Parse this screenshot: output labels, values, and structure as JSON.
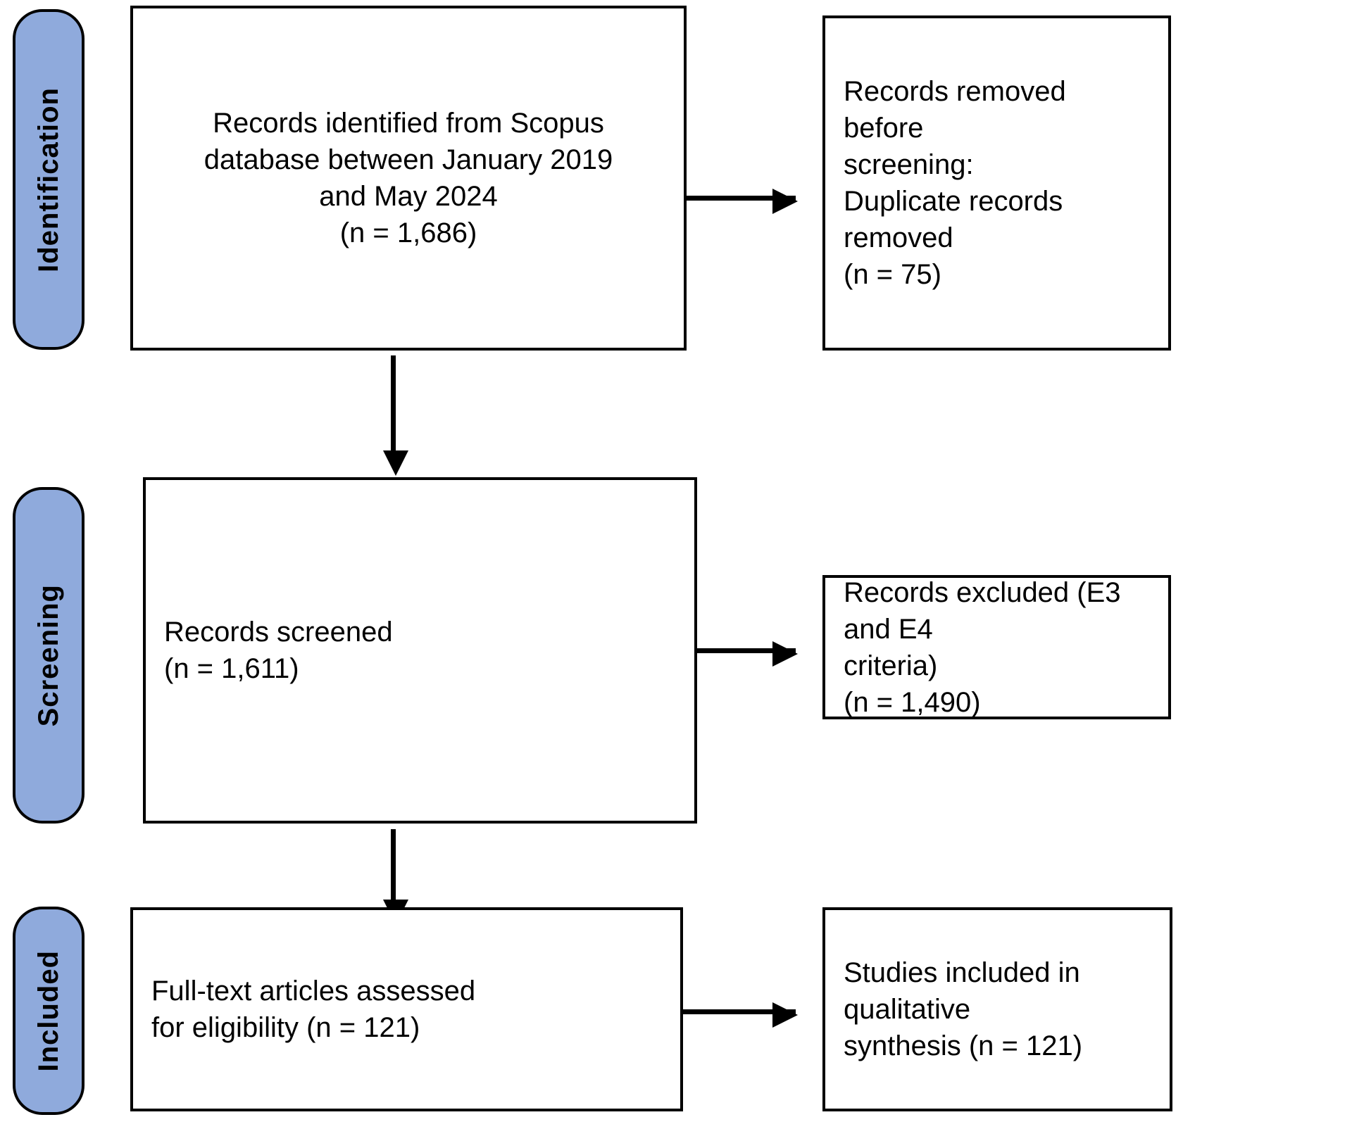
{
  "diagram": {
    "type": "prisma-flow-diagram",
    "accent_color": "#8FAADC",
    "line_color": "#000000",
    "box_fill": "#FFFFFF"
  },
  "phases": [
    {
      "id": "identification",
      "label": "Identification"
    },
    {
      "id": "screening",
      "label": "Screening"
    },
    {
      "id": "included",
      "label": "Included"
    }
  ],
  "boxes": {
    "identified": {
      "text": "Records identified from Scopus\ndatabase between January 2019\nand May 2024\n(n = 1,686)",
      "count_label": "(n = 1,686)",
      "count": 1686
    },
    "removed_before_screening": {
      "text": "Records removed before\nscreening:\nDuplicate records removed\n(n = 75)",
      "count_label": "(n = 75)",
      "count": 75
    },
    "screened": {
      "text": "Records screened\n(n = 1,611)",
      "count_label": "(n = 1,611)",
      "count": 1611
    },
    "excluded": {
      "text": "Records excluded (E3 and E4\ncriteria)\n(n = 1,490)",
      "count_label": "(n = 1,490)",
      "count": 1490
    },
    "fulltext_assessed": {
      "text": "Full-text articles assessed\nfor eligibility (n = 121)",
      "count_label": "(n = 121)",
      "count": 121
    },
    "included_synthesis": {
      "text": "Studies included in qualitative\nsynthesis (n = 121)",
      "count_label": "(n = 121)",
      "count": 121
    }
  },
  "arrows": [
    {
      "id": "identified-to-removed",
      "direction": "right"
    },
    {
      "id": "identified-to-screened",
      "direction": "down"
    },
    {
      "id": "screened-to-excluded",
      "direction": "right"
    },
    {
      "id": "screened-to-fulltext",
      "direction": "down"
    },
    {
      "id": "fulltext-to-included",
      "direction": "right"
    }
  ]
}
